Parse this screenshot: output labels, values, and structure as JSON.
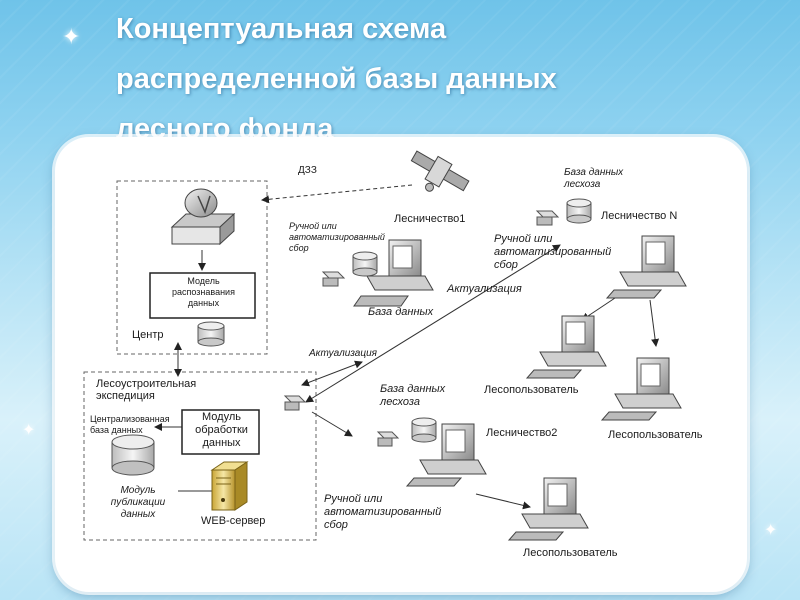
{
  "title": {
    "line1": "Концептуальная схема",
    "line2": "распределенной базы данных",
    "line3": "лесного фонда"
  },
  "labels": {
    "dzz": "ДЗЗ",
    "center": "Центр",
    "recognition_model_l1": "Модель",
    "recognition_model_l2": "распознавания",
    "recognition_model_l3": "данных",
    "manual_auto_1a": "Ручной или",
    "manual_auto_1b": "автоматизированный",
    "manual_auto_1c": "сбор",
    "lesnichestvo1": "Лесничество1",
    "lesnichestvo_n": "Лесничество N",
    "db_leskhoz_top_a": "База данных",
    "db_leskhoz_top_b": "лесхоза",
    "manual_auto_2a": "Ручной или",
    "manual_auto_2b": "автоматизированный",
    "manual_auto_2c": "сбор",
    "aktualizatsiya_1": "Актуализация",
    "baza_dannykh": "База данных",
    "aktualizatsiya_2": "Актуализация",
    "expedition_a": "Лесоустроительная",
    "expedition_b": "экспедиция",
    "central_db_a": "Централизованная",
    "central_db_b": "база данных",
    "processing_module_a": "Модуль",
    "processing_module_b": "обработки",
    "processing_module_c": "данных",
    "publication_module_a": "Модуль",
    "publication_module_b": "публикации",
    "publication_module_c": "данных",
    "web_server": "WEB-сервер",
    "db_leskhoz_mid_a": "База данных",
    "db_leskhoz_mid_b": "лесхоза",
    "lesnichestvo2": "Лесничество2",
    "lesopolzovatel_1": "Лесопользователь",
    "lesopolzovatel_2": "Лесопользователь",
    "lesopolzovatel_3": "Лесопользователь",
    "manual_auto_3a": "Ручной или",
    "manual_auto_3b": "автоматизированный",
    "manual_auto_3c": "сбор"
  },
  "icons": [
    "satellite-icon",
    "antenna-icon",
    "computer-icon",
    "database-icon",
    "router-icon",
    "web-server-icon"
  ],
  "colors": {
    "title_text": "#ffffff",
    "panel": "#ffffff",
    "background": "#8ed2f0"
  }
}
